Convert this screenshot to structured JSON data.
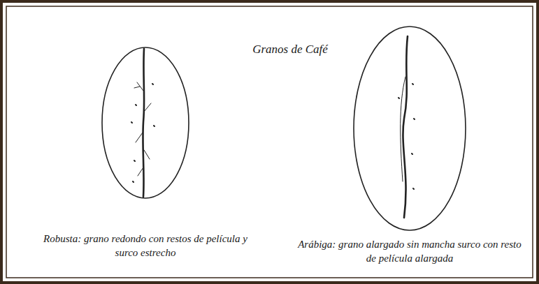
{
  "diagram": {
    "title": "Granos de Café",
    "labels": [
      "Robusta: grano redondo con restos de película y surco estrecho",
      "Arábiga: grano alargado sin mancha surco con resto de película alargada"
    ]
  }
}
